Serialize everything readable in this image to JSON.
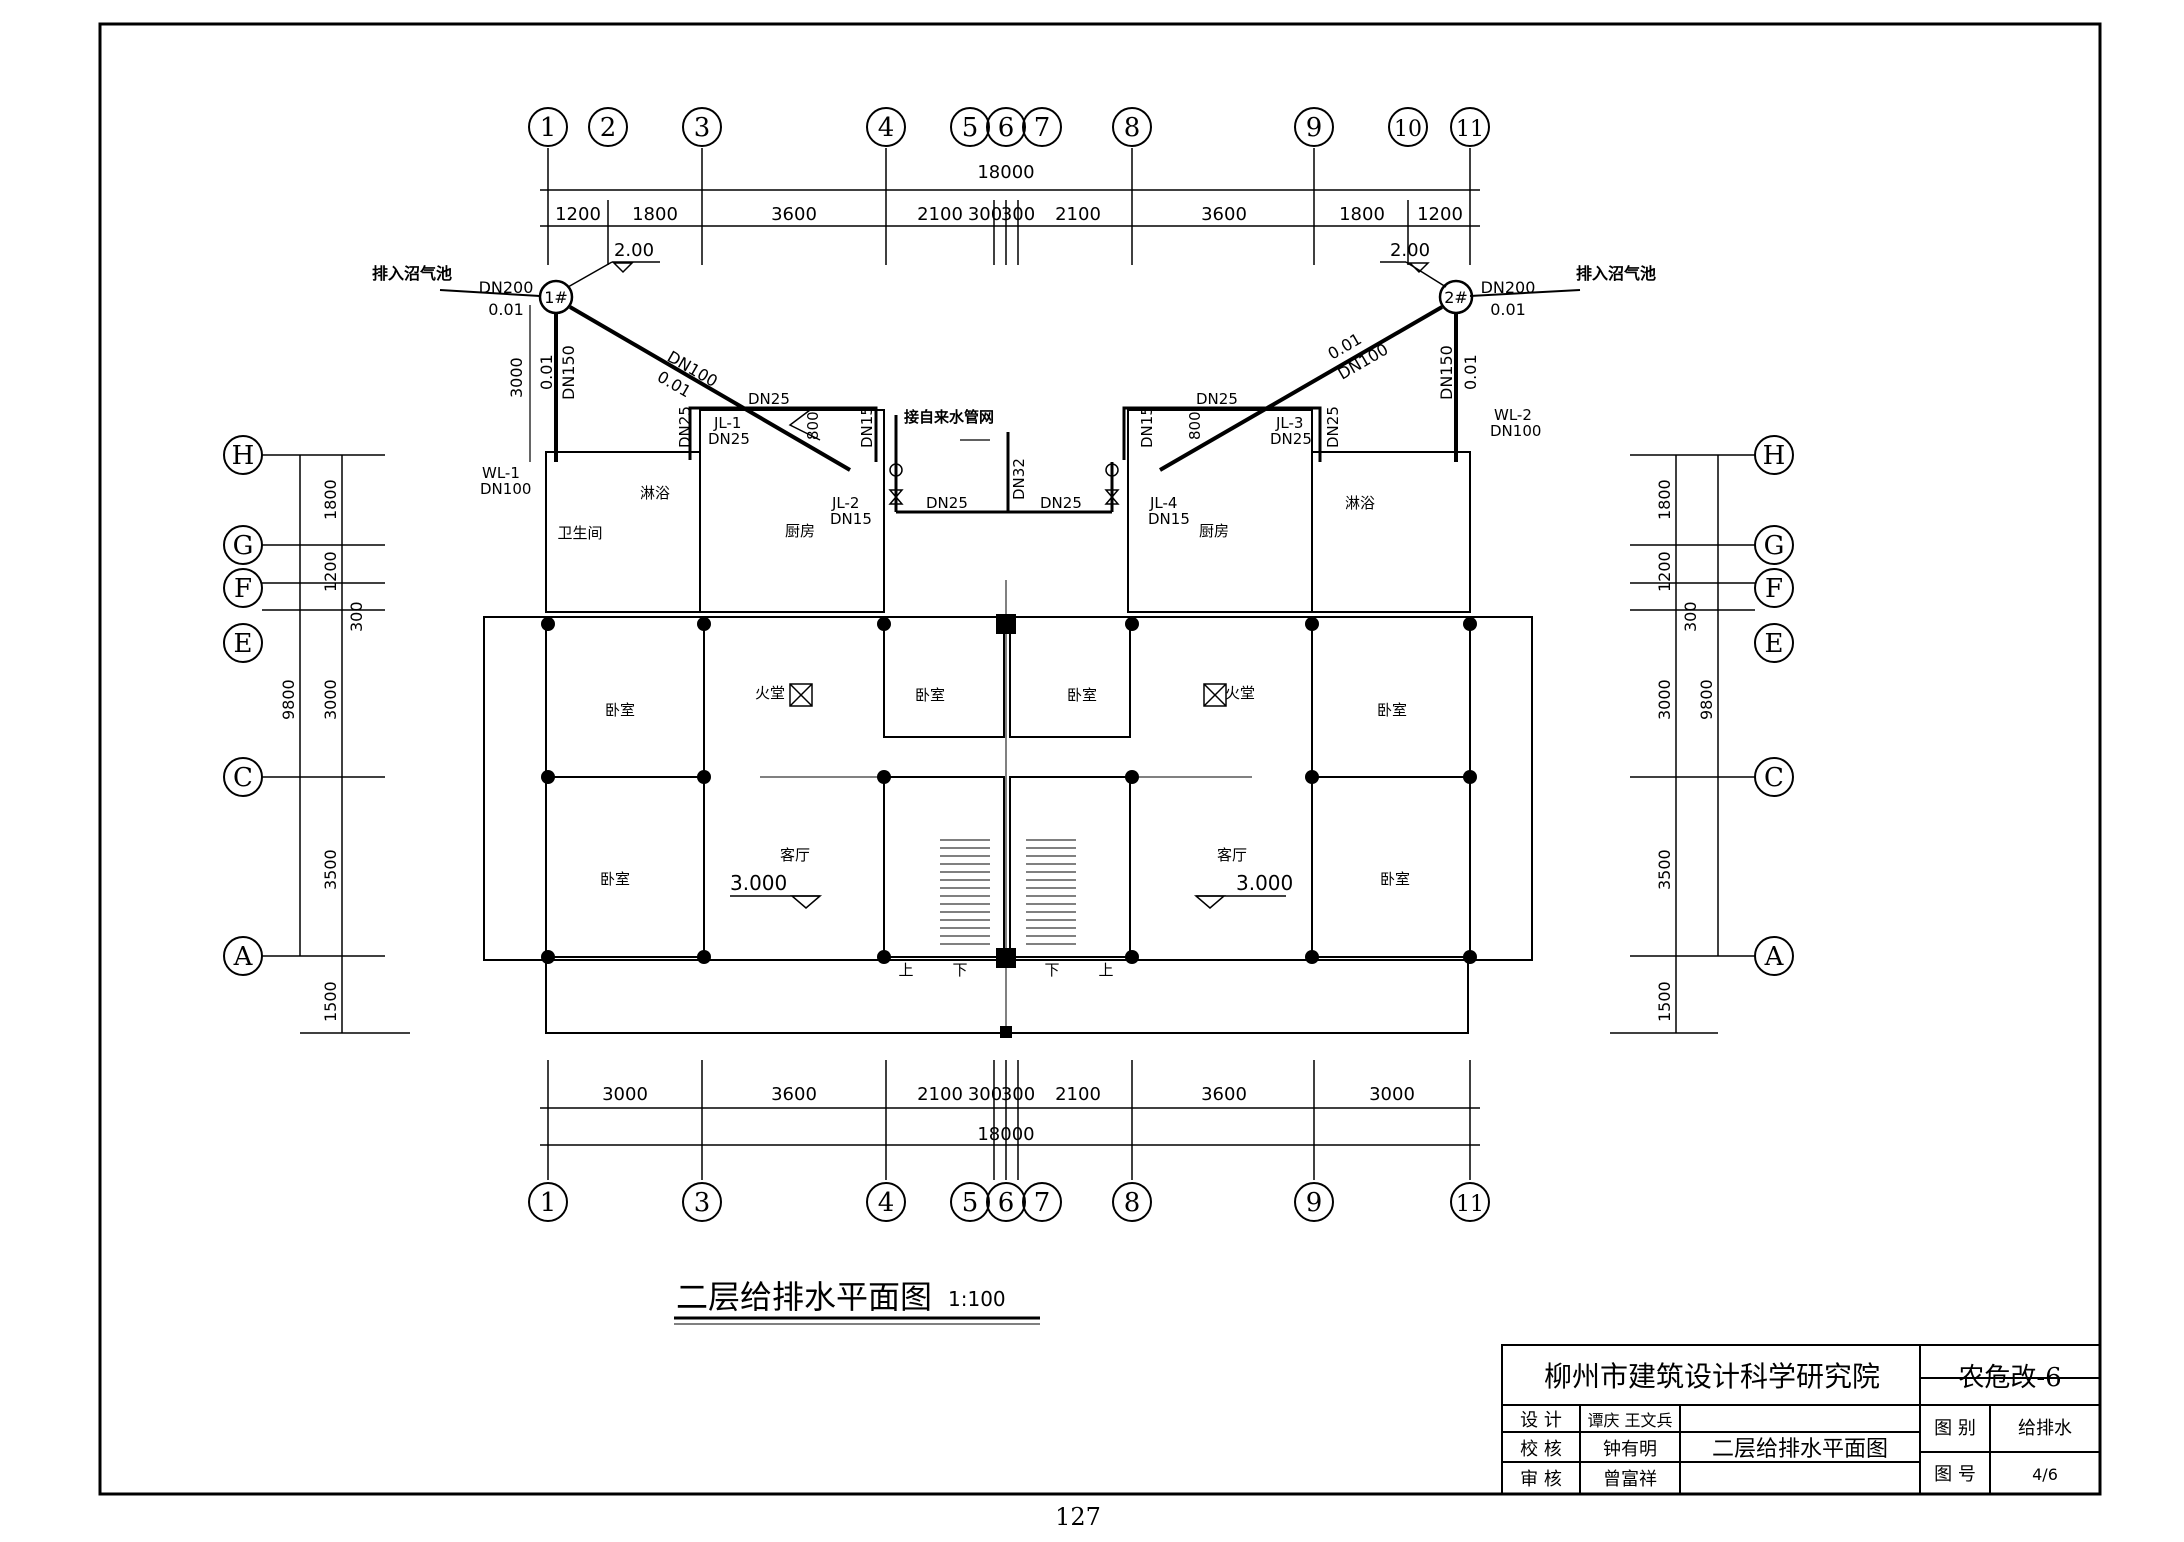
{
  "drawing": {
    "title": "二层给排水平面图",
    "scale": "1:100",
    "page_number": "127"
  },
  "axes_top": [
    "1",
    "2",
    "3",
    "4",
    "5",
    "6",
    "7",
    "8",
    "9",
    "10",
    "11"
  ],
  "axes_bottom": [
    "1",
    "3",
    "4",
    "5",
    "6",
    "7",
    "8",
    "9",
    "11"
  ],
  "axes_side": [
    "H",
    "G",
    "F",
    "E",
    "C",
    "A"
  ],
  "dims_top": [
    "1200",
    "1800",
    "3600",
    "2100",
    "300",
    "300",
    "2100",
    "3600",
    "1800",
    "1200"
  ],
  "dims_top_total": "18000",
  "dims_bottom": [
    "3000",
    "3600",
    "2100",
    "300",
    "300",
    "2100",
    "3600",
    "3000"
  ],
  "dims_bottom_total": "18000",
  "dims_left": [
    "1800",
    "1200",
    "300",
    "3000",
    "3500",
    "1500"
  ],
  "dims_left_total": "9800",
  "dims_right": [
    "1800",
    "1200",
    "300",
    "3000",
    "3500",
    "1500"
  ],
  "dims_right_total": "9800",
  "labels": {
    "drain_to_biogas_left": "排入沼气池",
    "drain_to_biogas_right": "排入沼气池",
    "manhole_1": "1#",
    "manhole_2": "2#",
    "dn200_left": "DN200",
    "slope_left": "0.01",
    "dn200_right": "DN200",
    "slope_right": "0.01",
    "elev_left": "2.00",
    "elev_right": "2.00",
    "dn150_left": "DN150",
    "slope150_left": "0.01",
    "dim3000": "3000",
    "dn100_left": "DN100",
    "slope100_left": "0.01",
    "dn100_right": "DN100",
    "slope100_right": "0.01",
    "dn150_right": "DN150",
    "slope150_right": "0.01",
    "wl1": "WL-1",
    "wl1_dn": "DN100",
    "wl2": "WL-2",
    "wl2_dn": "DN100",
    "jl1": "JL-1",
    "jl1_dn": "DN25",
    "jl2": "JL-2",
    "jl2_dn": "DN15",
    "jl3": "JL-3",
    "jl3_dn": "DN25",
    "jl4": "JL-4",
    "jl4_dn": "DN15",
    "dn25_a": "DN25",
    "dn25_b": "DN25",
    "dn25_c": "DN25",
    "dn25_d": "DN25",
    "dn25_e": "DN25",
    "dn25_f": "DN25",
    "dn15_a": "DN15",
    "dn15_b": "DN15",
    "dn32": "DN32",
    "d800_left": "800",
    "d800_right": "800",
    "water_supply": "接自来水管网",
    "bathroom": "卫生间",
    "shower_left": "淋浴",
    "shower_right": "淋浴",
    "kitchen_left": "厨房",
    "kitchen_right": "厨房",
    "fire_room_left": "火堂",
    "fire_room_right": "火堂",
    "bedroom_1": "卧室",
    "bedroom_2": "卧室",
    "bedroom_3": "卧室",
    "bedroom_4": "卧室",
    "bedroom_5": "卧室",
    "bedroom_6": "卧室",
    "living_left": "客厅",
    "living_right": "客厅",
    "elev_floor_left": "3.000",
    "elev_floor_right": "3.000",
    "stair_up_left": "上",
    "stair_down_left": "下",
    "stair_down_right": "下",
    "stair_up_right": "上"
  },
  "title_block": {
    "institute": "柳州市建筑设计科学研究院",
    "project_code": "农危改-6",
    "design_label": "设  计",
    "design_names": "谭庆 王文兵",
    "check_label": "校  核",
    "check_name": "钟有明",
    "review_label": "审  核",
    "review_name": "曾富祥",
    "drawing_name": "二层给排水平面图",
    "category_label": "图  别",
    "category_value": "给排水",
    "number_label": "图  号",
    "number_value": "4/6"
  }
}
